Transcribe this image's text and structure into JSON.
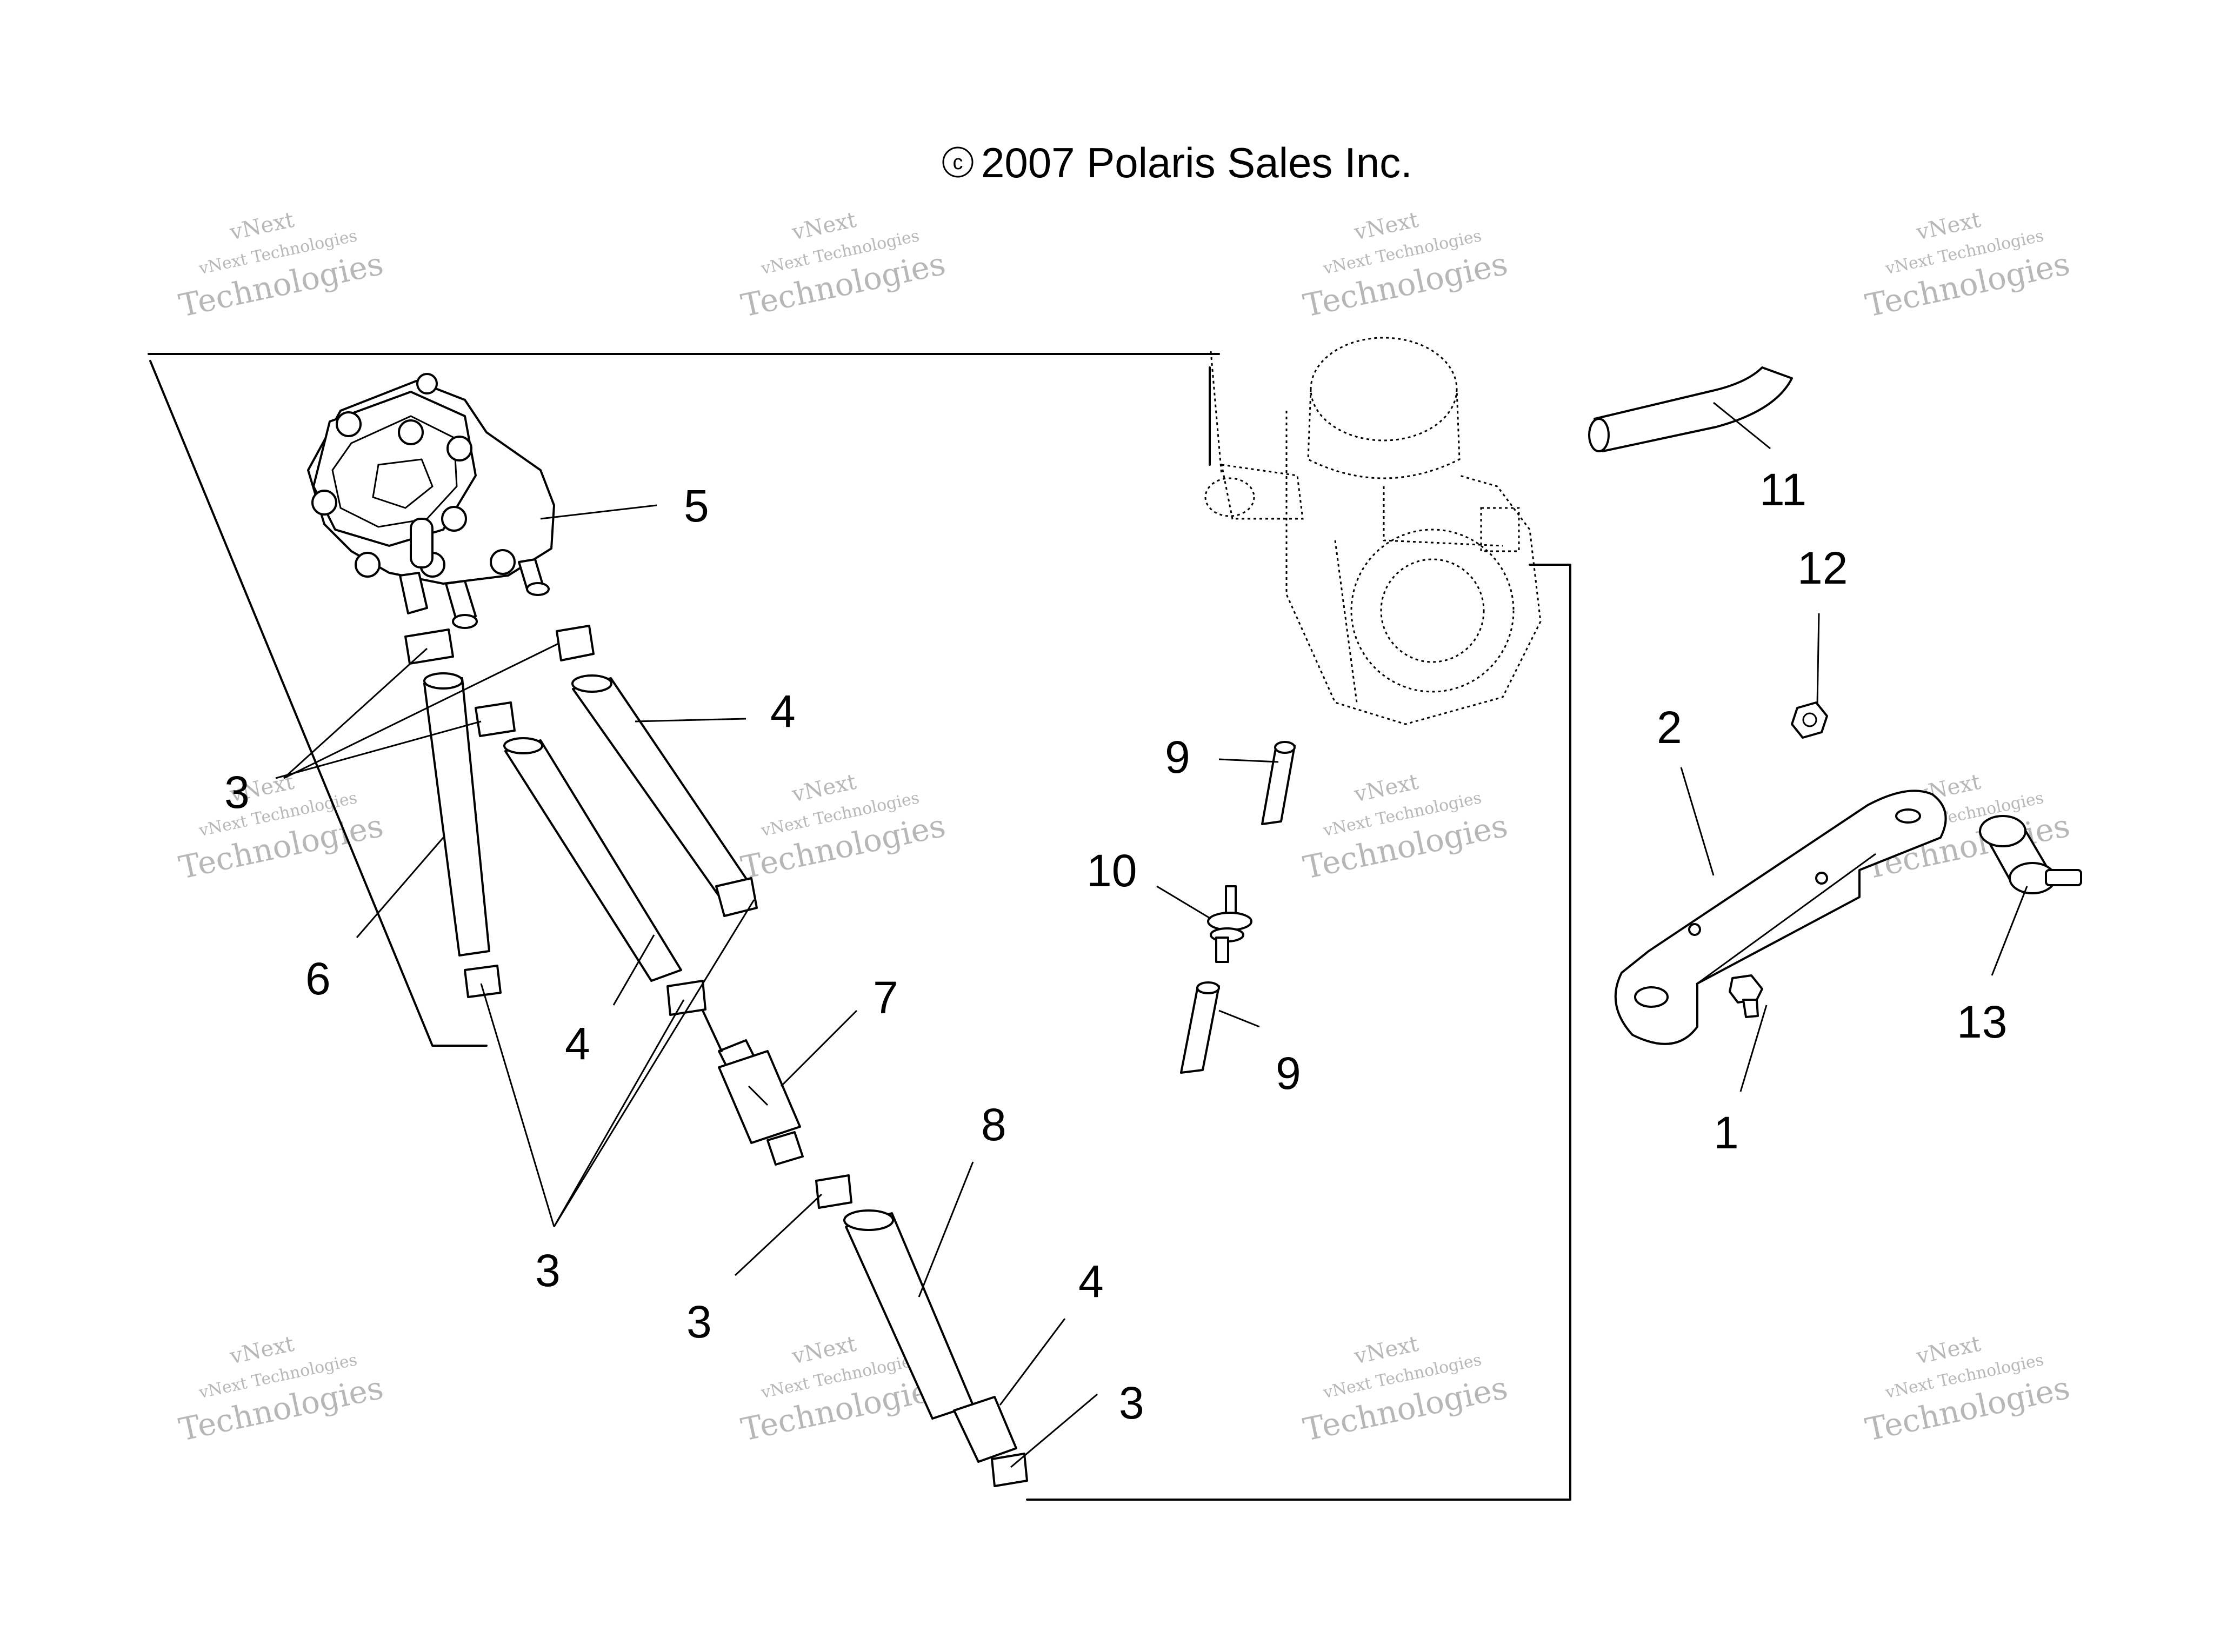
{
  "copyright": "2007 Polaris Sales Inc.",
  "watermark": {
    "line1": "vNext Technologies",
    "line2": "Technologies",
    "line3": "vNext"
  },
  "callouts": {
    "c1": "1",
    "c2": "2",
    "c3a": "3",
    "c3b": "3",
    "c3c": "3",
    "c3d": "3",
    "c4a": "4",
    "c4b": "4",
    "c4c": "4",
    "c5": "5",
    "c6": "6",
    "c7": "7",
    "c8": "8",
    "c9a": "9",
    "c9b": "9",
    "c10": "10",
    "c11": "11",
    "c12": "12",
    "c13": "13"
  }
}
